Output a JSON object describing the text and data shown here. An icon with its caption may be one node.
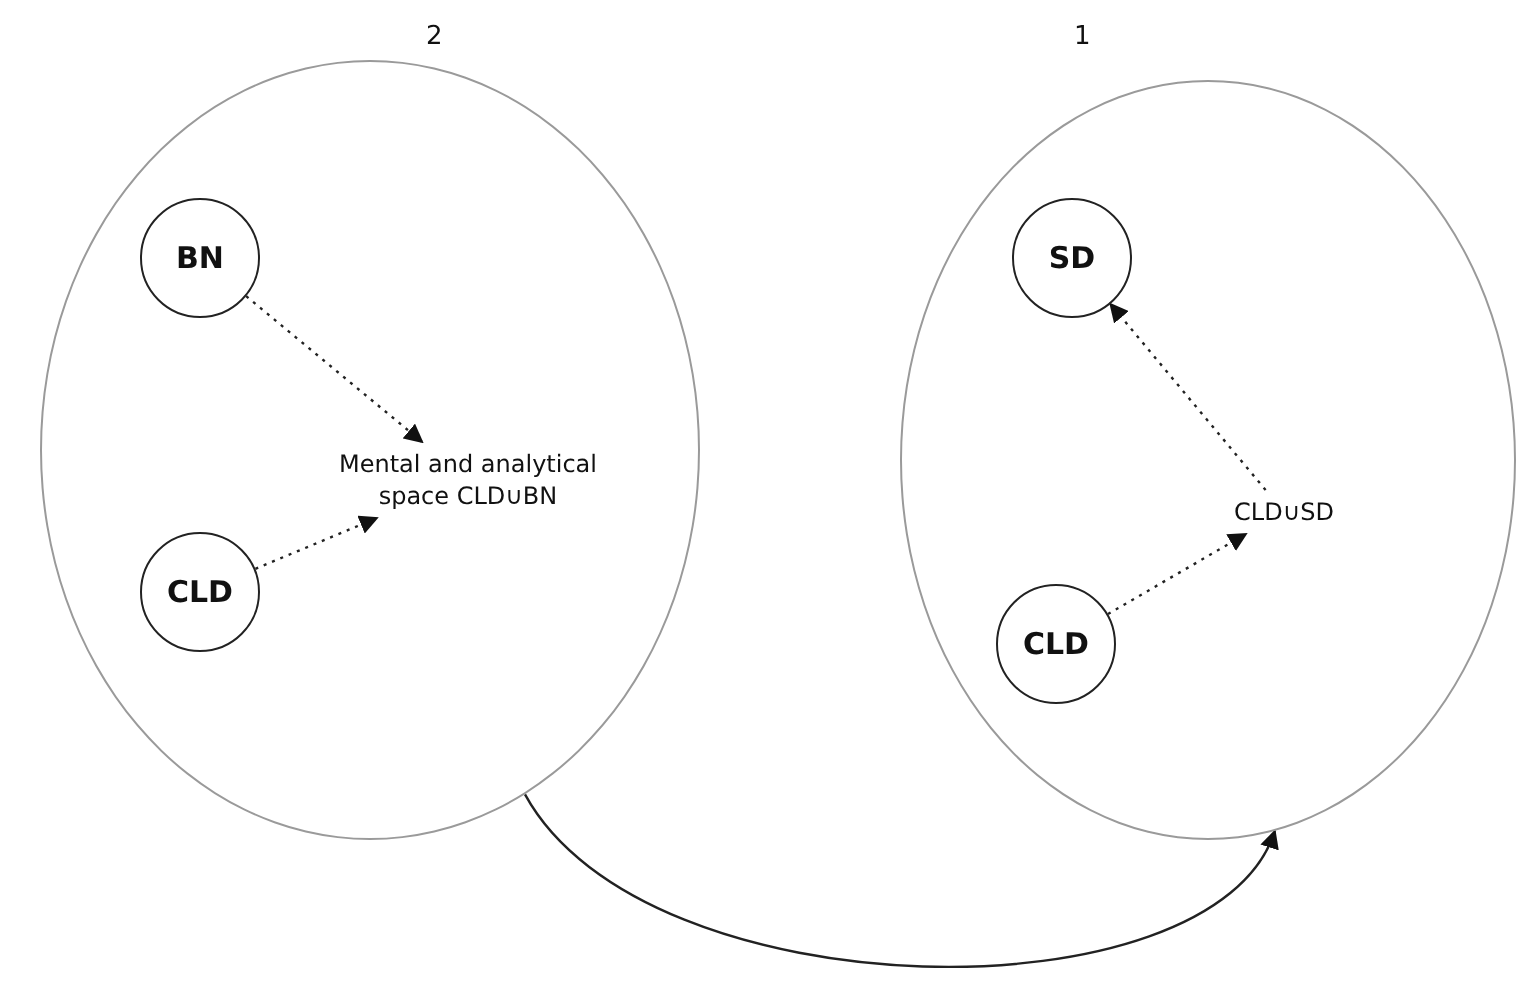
{
  "diagram": {
    "nodes": [
      {
        "text": [],
        "shape": "circle",
        "beside": [
          "2"
        ]
      },
      {
        "text": [
          "BN"
        ],
        "in": 0
      },
      {
        "text": [
          "Mental and analytical space CLD∪BN"
        ],
        "in": 0
      },
      {
        "text": [
          "CLD"
        ],
        "in": 0
      },
      {
        "text": [],
        "shape": "circle",
        "beside": [
          "1"
        ]
      },
      {
        "text": [
          "SD"
        ],
        "in": 4
      },
      {
        "text": [
          "CLD∪SD"
        ],
        "in": 4
      },
      {
        "text": [
          "CLD"
        ],
        "in": 4
      }
    ],
    "edges": [
      {
        "from": 1,
        "to": 2,
        "arrow": "to",
        "style": "dashed"
      },
      {
        "from": 3,
        "to": 2,
        "arrow": "to",
        "style": "dashed"
      },
      {
        "from": 6,
        "to": 5,
        "arrow": "to",
        "style": "dashed"
      },
      {
        "from": 7,
        "to": 6,
        "arrow": "to",
        "style": "dashed"
      },
      {
        "from": 0,
        "to": 4,
        "arrow": "to"
      }
    ]
  }
}
